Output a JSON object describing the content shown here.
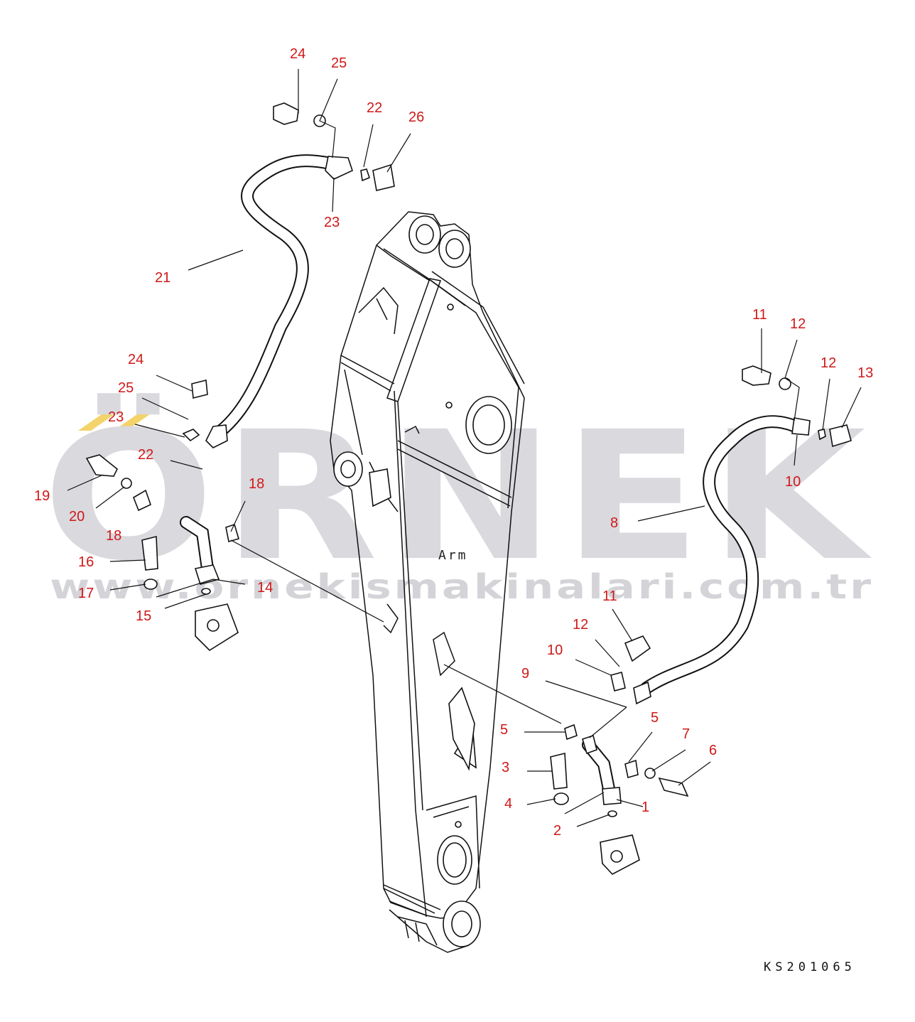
{
  "watermark": {
    "brand": "ÖRNEK",
    "url": "www.ornekismakinalari.com.tr",
    "brand_color": "#d9d9de",
    "accent_color": "#f3d36a"
  },
  "diagram": {
    "arm_label": "Arm",
    "drawing_code": "KS201065",
    "callout_color": "#d01818",
    "callouts": {
      "c24a": "24",
      "c25a": "25",
      "c22a": "22",
      "c26": "26",
      "c23a": "23",
      "c21": "21",
      "c24b": "24",
      "c25b": "25",
      "c23b": "23",
      "c22b": "22",
      "c19": "19",
      "c20": "20",
      "c18a": "18",
      "c18b": "18",
      "c16": "16",
      "c17": "17",
      "c14": "14",
      "c15": "15",
      "c11a": "11",
      "c12a": "12",
      "c12b": "12",
      "c13": "13",
      "c10a": "10",
      "c8": "8",
      "c11b": "11",
      "c12c": "12",
      "c10b": "10",
      "c9": "9",
      "c5a": "5",
      "c5b": "5",
      "c7": "7",
      "c6": "6",
      "c3": "3",
      "c4": "4",
      "c1": "1",
      "c2": "2"
    }
  }
}
